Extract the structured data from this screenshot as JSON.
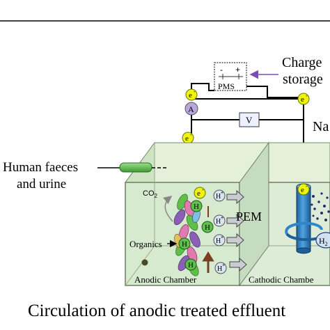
{
  "labels": {
    "charge_storage_line1": "Charge",
    "charge_storage_line2": "storage",
    "pms": "PMS",
    "pms_minus": "-",
    "pms_plus": "+",
    "ammeter": "A",
    "voltmeter": "V",
    "electron": "e",
    "electron_sup": "-",
    "na_partial": "Na",
    "human_faeces_line1": "Human faeces",
    "human_faeces_line2": "and urine",
    "co2": "CO",
    "co2_sub": "2",
    "proton": "H",
    "proton_sup": "+",
    "pem": "PEM",
    "organics": "Organics",
    "h_bacteria": "H",
    "h2_partial": "H",
    "h2_sub": "2",
    "anodic_chamber": "Anodic Chamber",
    "cathodic_chamber": "Cathodic Chambe",
    "caption": "Circulation of anodic treated effluent"
  },
  "colors": {
    "electron_fill": "#f2f20a",
    "electron_stroke": "#5a7a10",
    "tank_fill": "#d9ecd0",
    "tank_edge": "#7a8a6a",
    "cathode_blue": "#2f86c8",
    "bacteria_green": "#5fbf4a",
    "bacteria_pink": "#e07ab0",
    "bacteria_purple": "#8a5fb5",
    "arrow_purple": "#7b4bb3"
  }
}
